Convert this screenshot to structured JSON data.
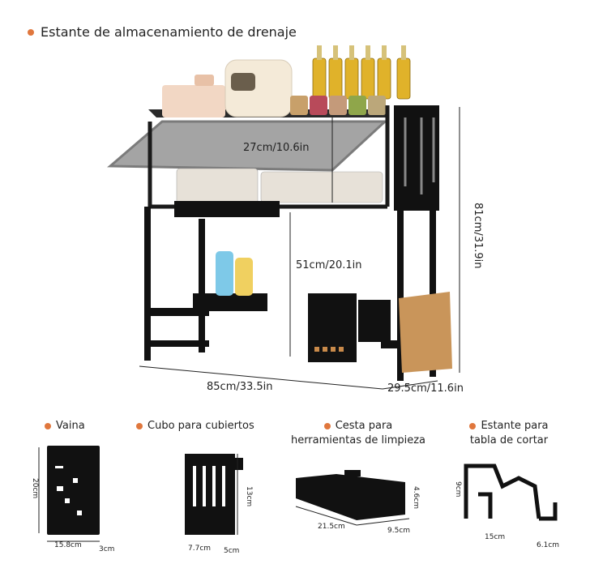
{
  "title": "Estante de almacenamiento de drenaje",
  "main_dims": {
    "width": "85cm/33.5in",
    "depth": "29.5cm/11.6in",
    "height": "81cm/31.9in",
    "inner_width": "27cm/10.6in",
    "inner_height": "51cm/20.1in"
  },
  "accessories": [
    {
      "label": "Vaina",
      "dims": [
        "20cm",
        "15.8cm",
        "3cm"
      ]
    },
    {
      "label": "Cubo para cubiertos",
      "dims": [
        "13cm",
        "7.7cm",
        "5cm"
      ]
    },
    {
      "label_line1": "Cesta para",
      "label_line2": "herramientas de limpieza",
      "dims": [
        "4.6cm",
        "21.5cm",
        "9.5cm"
      ]
    },
    {
      "label_line1": "Estante para",
      "label_line2": "tabla de cortar",
      "dims": [
        "9cm",
        "15cm",
        "6.1cm"
      ]
    }
  ],
  "colors": {
    "accent_dot": "#e0773d",
    "rack": "#1a1a1a"
  }
}
